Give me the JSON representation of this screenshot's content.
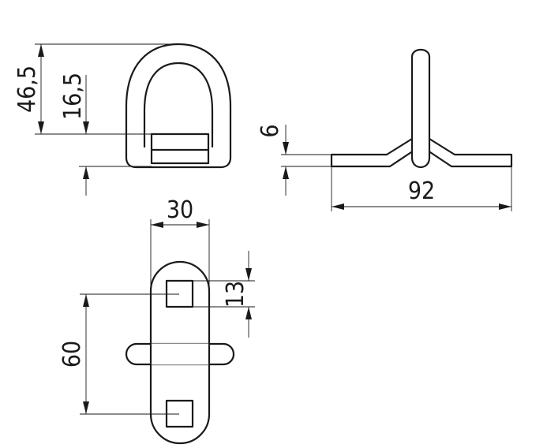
{
  "dimensions": {
    "ring_height": "46,5",
    "plate_height": "16,5",
    "plate_thickness": "6",
    "overall_length": "92",
    "plate_width": "30",
    "hole_size": "13",
    "hole_spacing": "60"
  }
}
